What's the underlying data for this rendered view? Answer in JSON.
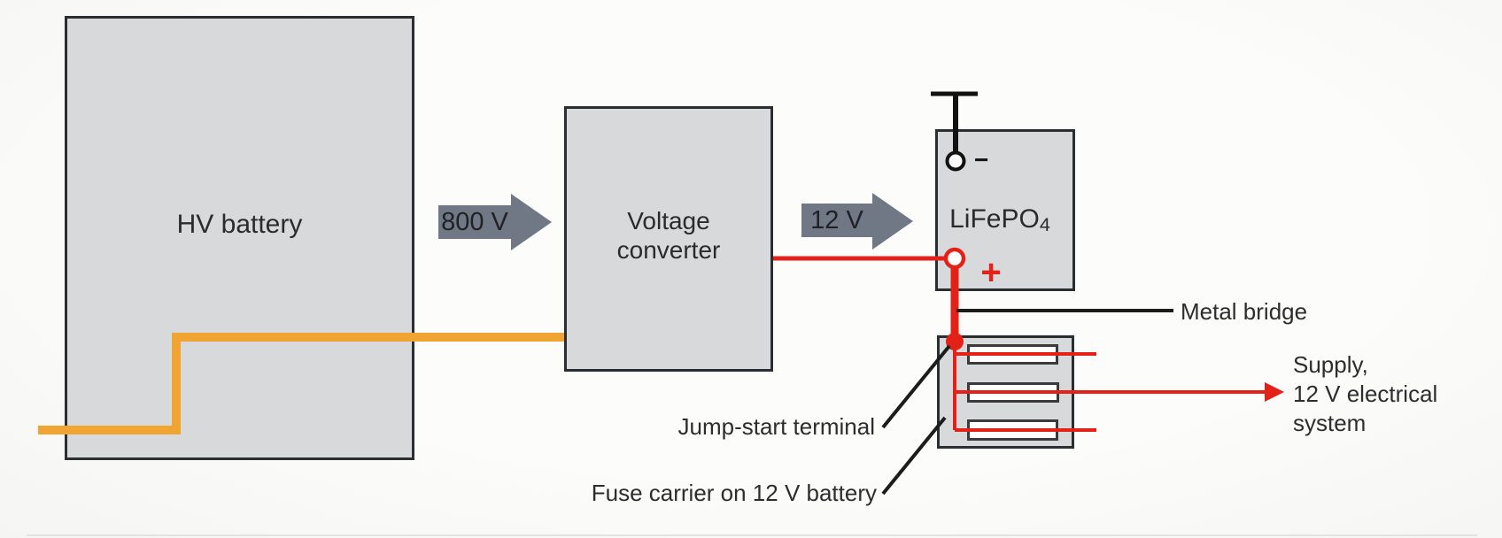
{
  "diagram": {
    "hv_battery": {
      "label": "HV battery"
    },
    "voltage_converter": {
      "line1": "Voltage",
      "line2": "converter"
    },
    "lifepo4_battery": {
      "label": "LiFePO",
      "label_subscript": "4",
      "minus_symbol": "−",
      "plus_symbol": "+"
    },
    "arrow_800v": {
      "label": "800 V"
    },
    "arrow_12v": {
      "label": "12 V"
    },
    "annotations": {
      "metal_bridge": "Metal bridge",
      "jump_start_terminal": "Jump-start terminal",
      "fuse_carrier": "Fuse carrier on 12 V battery",
      "supply_line1": "Supply,",
      "supply_line2": "12 V electrical",
      "supply_line3": "system"
    },
    "colors": {
      "orange_cable": "#f0a432",
      "red_cable": "#e32119",
      "voltage_arrow_gray": "#6f7884",
      "box_fill": "#d8d9da",
      "box_border": "#2b2d30",
      "text": "#2d2d2f"
    }
  }
}
